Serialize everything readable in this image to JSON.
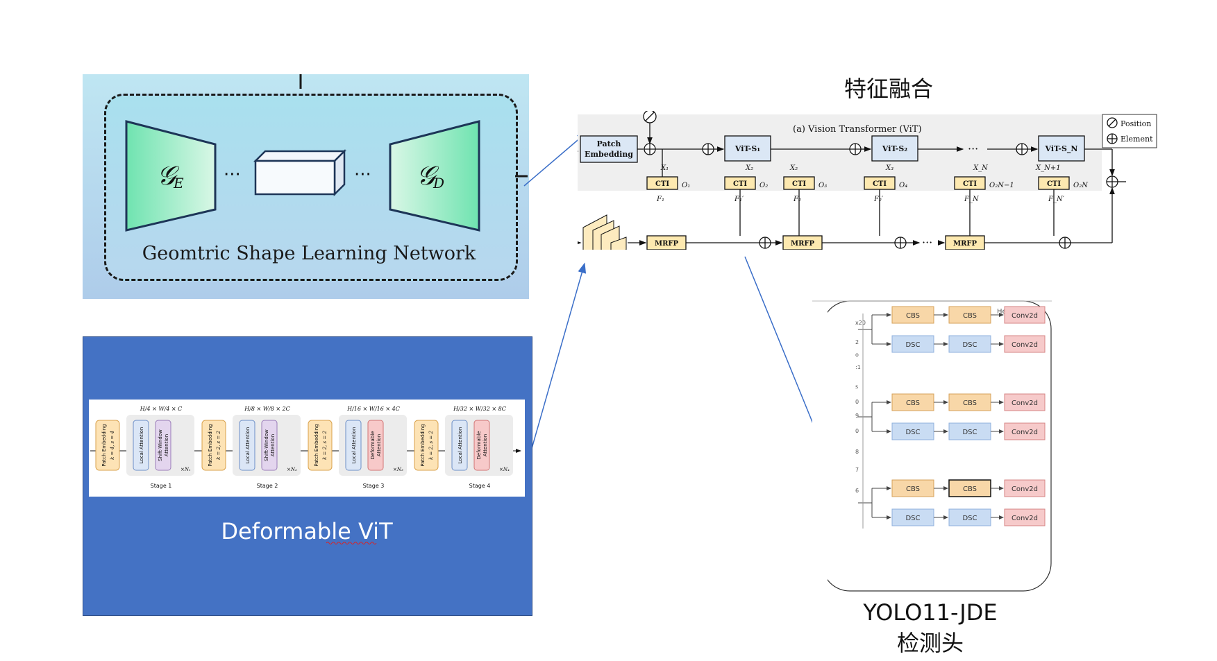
{
  "geometric_network": {
    "encoder_label": "𝒢",
    "encoder_sub": "E",
    "decoder_label": "𝒢",
    "decoder_sub": "D",
    "ellipsis": "···",
    "title": "Geomtric Shape Learning Network"
  },
  "deformable_vit": {
    "title": "Deformable ViT",
    "stage_dims": [
      "H/4 × W/4 × C",
      "H/8 × W/8 × 2C",
      "H/16 × W/16 × 4C",
      "H/32 × W/32 × 8C"
    ],
    "stages": [
      "Stage 1",
      "Stage 2",
      "Stage 3",
      "Stage 4"
    ],
    "patch_embedding": "Patch Embedding",
    "patch_params": [
      "k = 4, s = 4",
      "k = 2, s = 2",
      "k = 2, s = 2",
      "k = 2, s = 2"
    ],
    "local_attention": "Local Attention",
    "second_attention": [
      "Shift-Window Attention",
      "Shift-Window Attention",
      "Deformable Attention",
      "Deformable Attention"
    ],
    "repeat_labels": [
      "×N₁",
      "×N₂",
      "×N₃",
      "×N₄"
    ]
  },
  "feature_fusion": {
    "title": "特征融合",
    "vit_caption": "(a) Vision Transformer (ViT)",
    "legend": [
      "Position",
      "Element"
    ],
    "patch_embedding": [
      "Patch",
      "Embedding"
    ],
    "vit_blocks": [
      "ViT-S₁",
      "ViT-S₂",
      "ViT-S_N"
    ],
    "cti": "CTI",
    "mrfp": "MRFP",
    "x_labels": [
      "X₁",
      "X₂",
      "X₂",
      "X₃",
      "X_N",
      "X_N+1"
    ],
    "o_labels": [
      "O₁",
      "O₂",
      "O₃",
      "O₄",
      "O₂N−1",
      "O₂N"
    ],
    "f_labels": [
      "F₁",
      "F₁′",
      "F₂",
      "F₂′",
      "F_N",
      "F_N′"
    ],
    "ellipsis": "···"
  },
  "yolo_head": {
    "title": "YOLO11-JDE 检测头",
    "head_label": "Head",
    "cbs": "CBS",
    "dsc": "DSC",
    "conv": "Conv2d",
    "edge_marks": [
      "x20",
      "2",
      "o",
      ":1",
      "s",
      "0",
      "9",
      "0",
      "8",
      "7",
      "6"
    ]
  },
  "colors": {
    "gsl_panel": "#b4d8ee",
    "dvit_panel": "#4472c4",
    "cbs": "#f8d7a8",
    "dsc": "#c9dcf3",
    "conv": "#f6caca",
    "mrfp": "#fde9b0",
    "vit_block": "#dbe7f5"
  }
}
